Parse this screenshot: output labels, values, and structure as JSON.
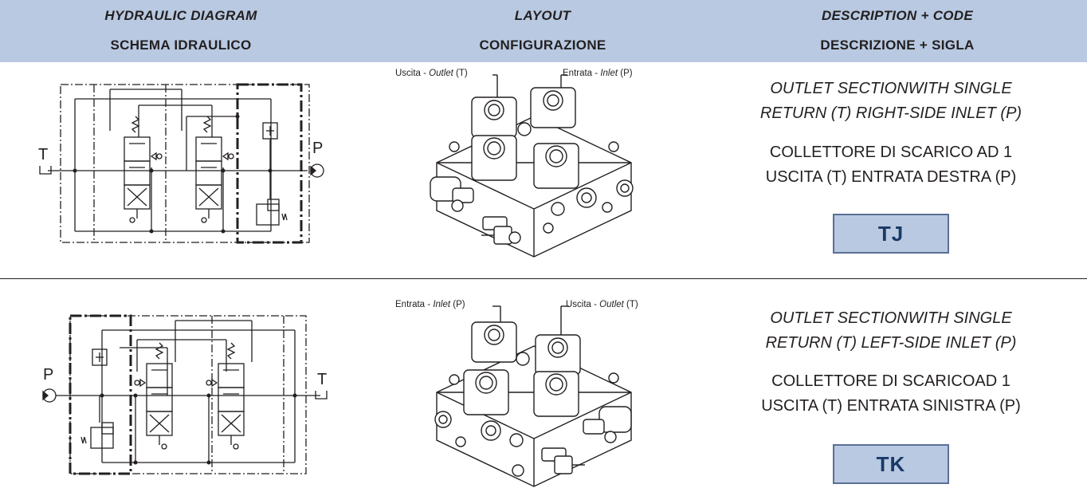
{
  "header": {
    "col1_en": "HYDRAULIC DIAGRAM",
    "col1_it": "SCHEMA IDRAULICO",
    "col2_en": "LAYOUT",
    "col2_it": "CONFIGURAZIONE",
    "col3_en": "DESCRIPTION + CODE",
    "col3_it": "DESCRIZIONE + SIGLA"
  },
  "rows": [
    {
      "diagram": {
        "left_port": "T",
        "right_port": "P"
      },
      "callouts": [
        {
          "prefix": "Uscita - ",
          "italic": "Outlet",
          "suffix": " (T)"
        },
        {
          "prefix": "Entrata - ",
          "italic": "Inlet",
          "suffix": " (P)"
        }
      ],
      "desc_en_1": "OUTLET SECTIONWITH SINGLE",
      "desc_en_2": "RETURN (T) RIGHT-SIDE INLET (P)",
      "desc_it_1": "COLLETTORE DI SCARICO AD 1",
      "desc_it_2": "USCITA (T) ENTRATA DESTRA (P)",
      "code": "TJ"
    },
    {
      "diagram": {
        "left_port": "P",
        "right_port": "T"
      },
      "callouts": [
        {
          "prefix": "Entrata - ",
          "italic": "Inlet",
          "suffix": " (P)"
        },
        {
          "prefix": "Uscita - ",
          "italic": "Outlet",
          "suffix": " (T)"
        }
      ],
      "desc_en_1": "OUTLET SECTIONWITH SINGLE",
      "desc_en_2": "RETURN (T) LEFT-SIDE INLET (P)",
      "desc_it_1": "COLLETTORE DI SCARICOAD 1",
      "desc_it_2": "USCITA (T) ENTRATA SINISTRA (P)",
      "code": "TK"
    }
  ]
}
